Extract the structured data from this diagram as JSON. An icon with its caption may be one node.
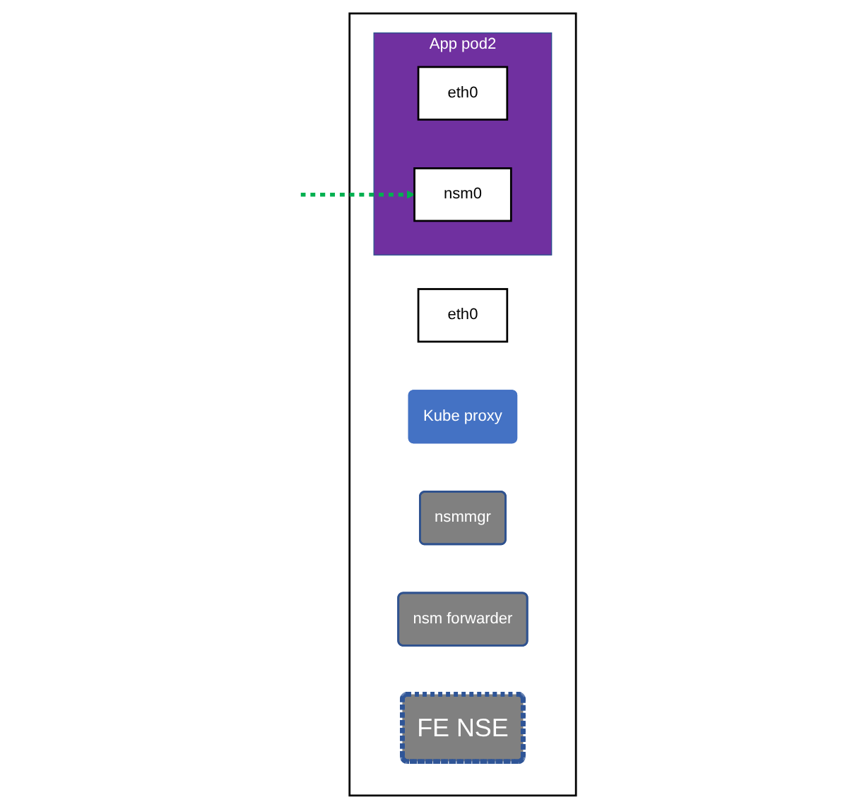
{
  "diagram": {
    "nodes": [
      {
        "text": [],
        "shape": "box"
      },
      {
        "text": [
          "eth0"
        ],
        "in": 0
      },
      {
        "text": [
          "Kube proxy"
        ],
        "in": 0
      },
      {
        "text": [
          "nsmmgr"
        ],
        "in": 0
      },
      {
        "text": [
          "nsm forwarder"
        ],
        "in": 0
      },
      {
        "text": [
          "FE NSE"
        ],
        "in": 0
      },
      {
        "text": [
          "App pod2"
        ],
        "in": 0
      },
      {
        "text": [
          "eth0"
        ],
        "in": 6
      },
      {
        "text": [
          "nsm0"
        ],
        "in": 6
      }
    ],
    "edges": [
      {
        "from": null,
        "to": 8,
        "arrow": "to",
        "style": "dashed",
        "color": "#00b050"
      }
    ]
  }
}
